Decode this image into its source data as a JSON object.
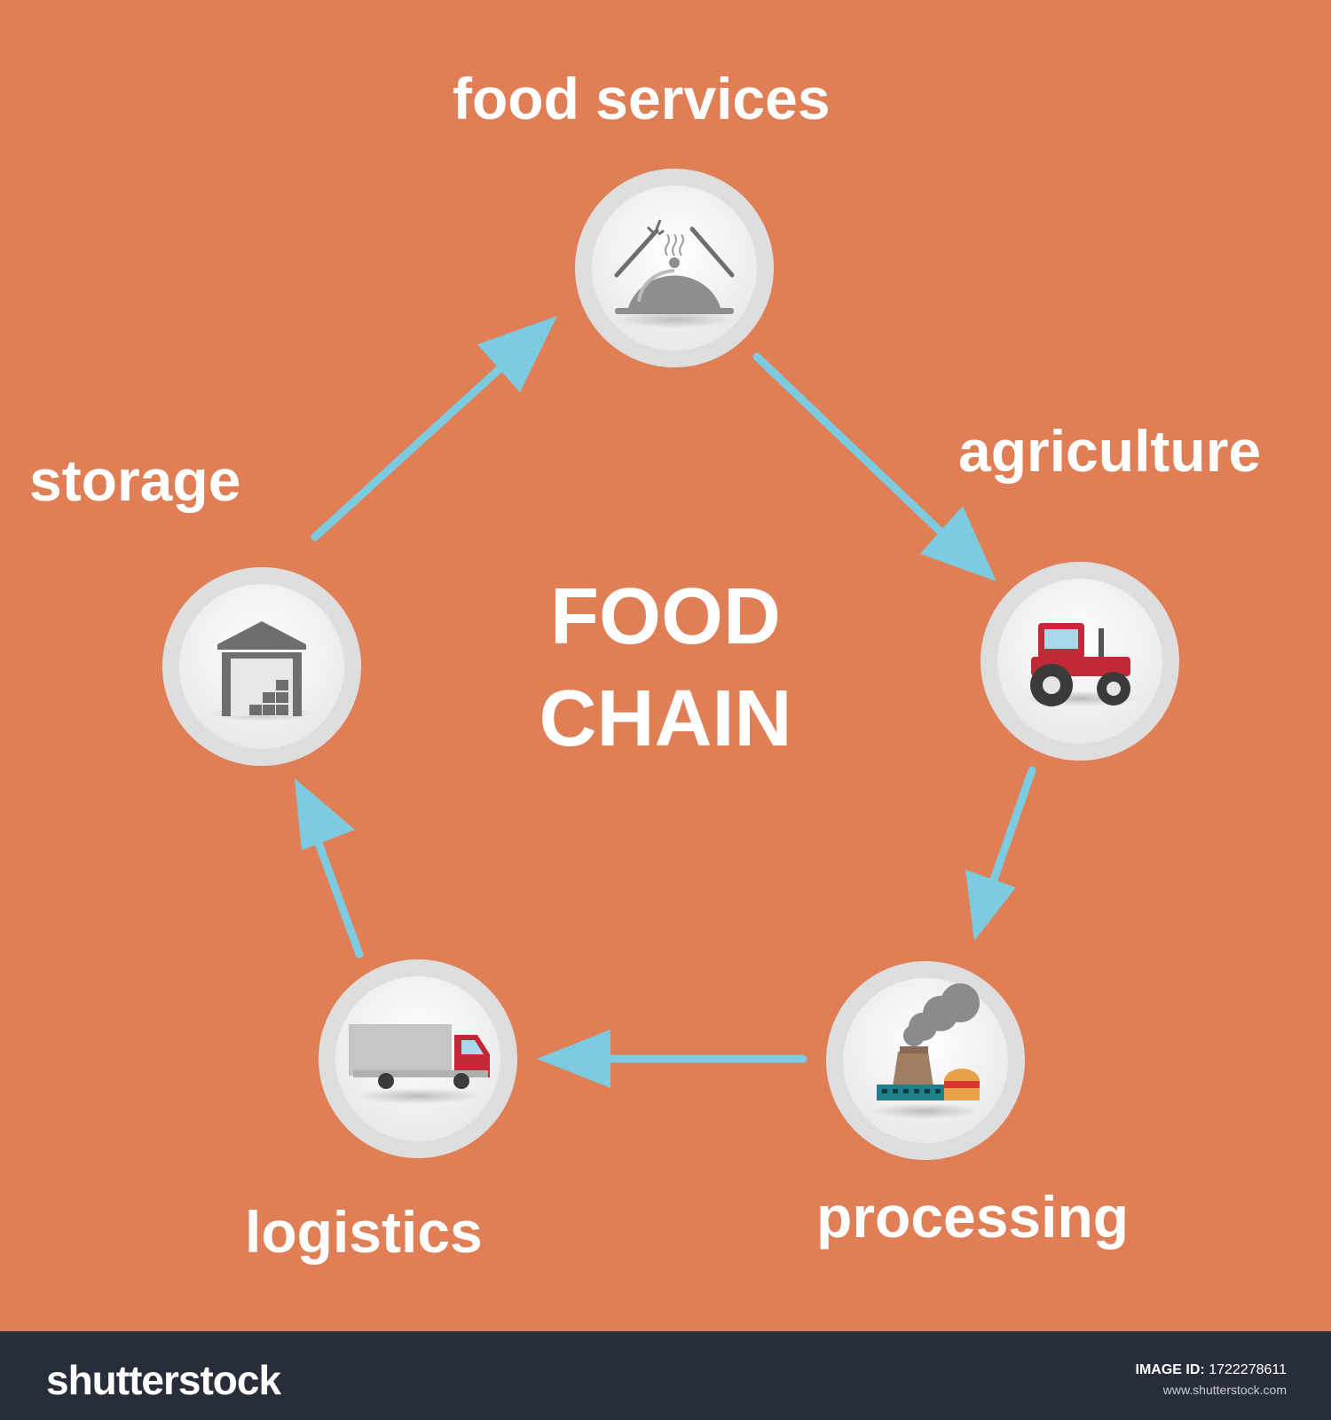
{
  "diagram": {
    "title_line1": "FOOD",
    "title_line2": "CHAIN",
    "nodes": [
      {
        "label": "food services",
        "icon": "serving-cloche-icon"
      },
      {
        "label": "agriculture",
        "icon": "tractor-icon"
      },
      {
        "label": "processing",
        "icon": "factory-icon"
      },
      {
        "label": "logistics",
        "icon": "truck-icon"
      },
      {
        "label": "storage",
        "icon": "warehouse-icon"
      }
    ],
    "colors": {
      "background": "#e07f56",
      "arrow": "#7dcbe0",
      "text": "#ffffff",
      "circle_ring": "#dcdcdc",
      "footer": "#272d39"
    }
  },
  "footer": {
    "brand": "shutterstock",
    "image_id_label": "IMAGE ID:",
    "image_id": "1722278611",
    "site": "www.shutterstock.com"
  }
}
